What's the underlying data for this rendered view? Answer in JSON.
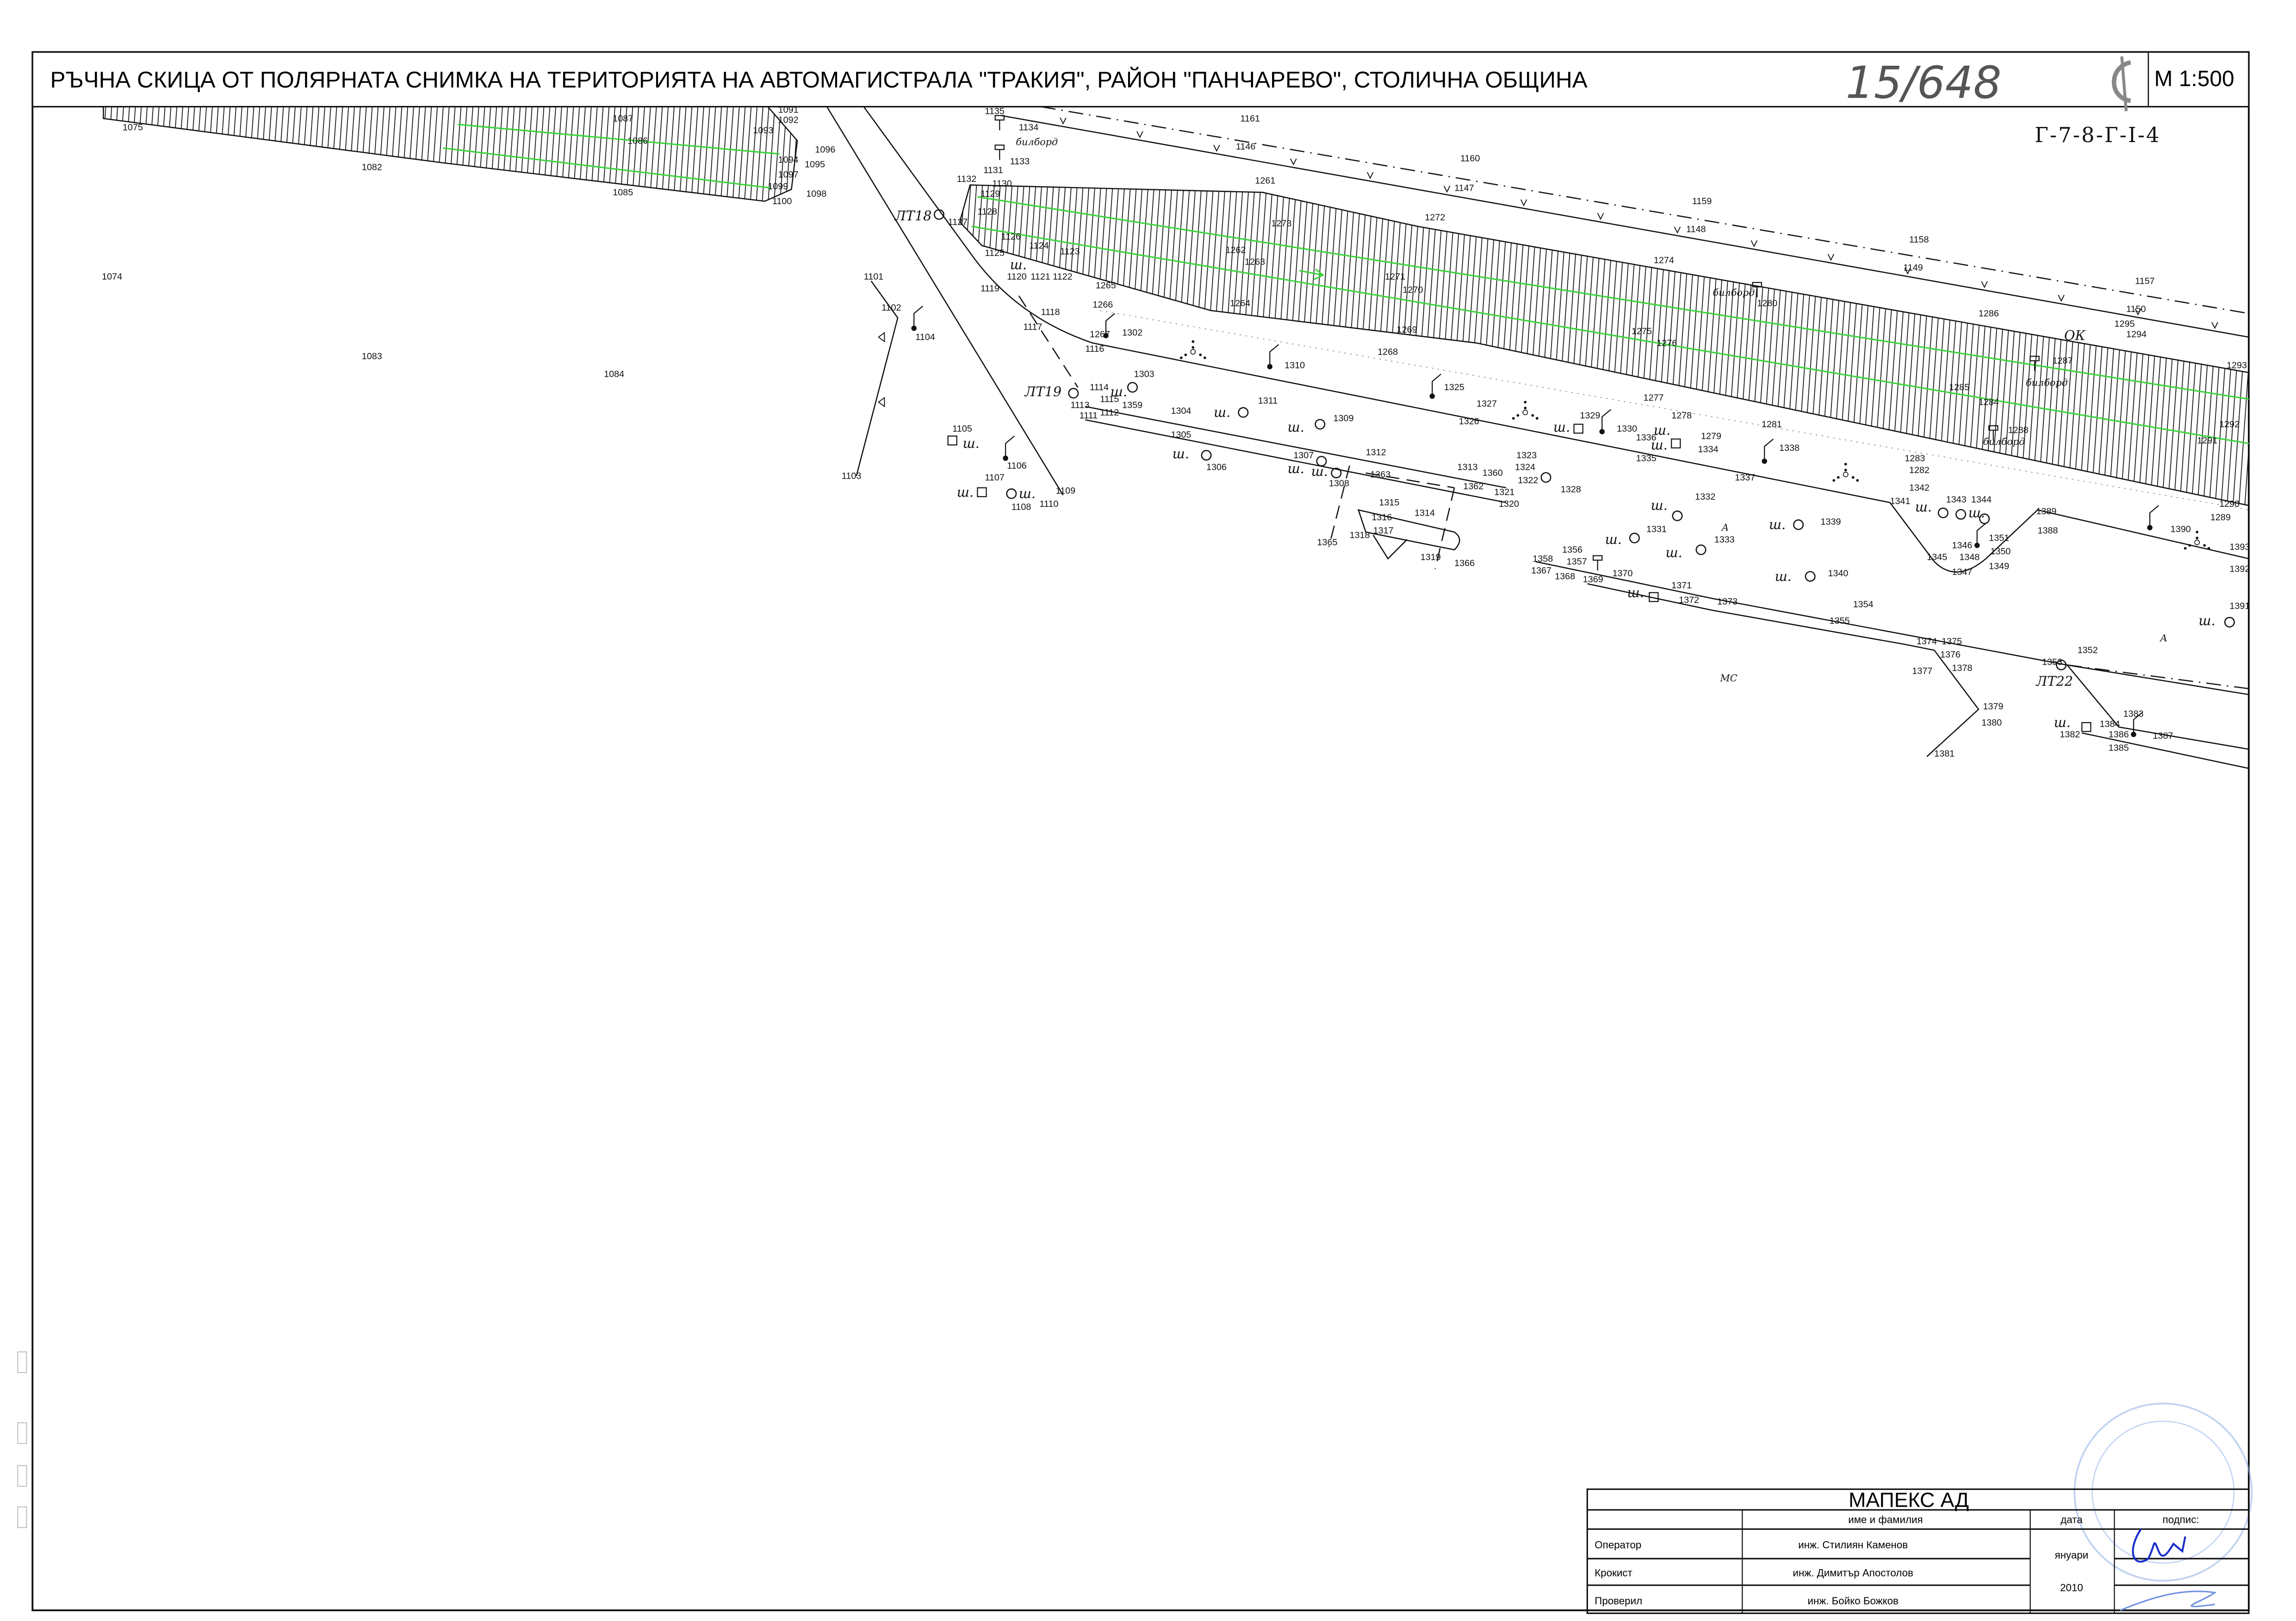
{
  "header": {
    "title": "РЪЧНА  СКИЦА ОТ ПОЛЯРНАТА СНИМКА НА ТЕРИТОРИЯТА НА АВТОМАГИСТРАЛА \"ТРАКИЯ\", РАЙОН \"ПАНЧАРЕВО\", СТОЛИЧНА ОБЩИНА",
    "handwritten_number": "15/648",
    "scale": "М 1:500",
    "sheet_code": "Г-7-8-Г-I-4"
  },
  "map": {
    "point_labels": [
      "1075",
      "1087",
      "1086",
      "1082",
      "1085",
      "1091",
      "1092",
      "1093",
      "1096",
      "1094",
      "1095",
      "1097",
      "1099",
      "1098",
      "1100",
      "1074",
      "1083",
      "1084",
      "1101",
      "1102",
      "1104",
      "1103",
      "1105",
      "1106",
      "1107",
      "1108",
      "1109",
      "1110",
      "1135",
      "1134",
      "1133",
      "1131",
      "1132",
      "1130",
      "1129",
      "1128",
      "1127",
      "1126",
      "1125",
      "1124",
      "1123",
      "1119",
      "1120",
      "1121",
      "1122",
      "1265",
      "1118",
      "1117",
      "1116",
      "1266",
      "1267",
      "1302",
      "1261",
      "1273",
      "1262",
      "1263",
      "1264",
      "1272",
      "1271",
      "1270",
      "1269",
      "1268",
      "1310",
      "1161",
      "1146",
      "1160",
      "1147",
      "1159",
      "1148",
      "1158",
      "1149",
      "1157",
      "1150",
      "1274",
      "1275",
      "1276",
      "1280",
      "1286",
      "1295",
      "1294",
      "1293",
      "1287",
      "1285",
      "1284",
      "1288",
      "1292",
      "1291",
      "1290",
      "1289",
      "1390",
      "1393",
      "1392",
      "1391",
      "1283",
      "1282",
      "1342",
      "1341",
      "1343",
      "1344",
      "1346",
      "1351",
      "1350",
      "1345",
      "1348",
      "1347",
      "1349",
      "1389",
      "1388",
      "1277",
      "1278",
      "1279",
      "1281",
      "1338",
      "1336",
      "1334",
      "1335",
      "1337",
      "1325",
      "1327",
      "1326",
      "1329",
      "1330",
      "1303",
      "1114",
      "1113",
      "1115",
      "1359",
      "1111",
      "1112",
      "1304",
      "1311",
      "1305",
      "1309",
      "1306",
      "1307",
      "1312",
      "1308",
      "1363",
      "1313",
      "1360",
      "1324",
      "1323",
      "1322",
      "1321",
      "1320",
      "1328",
      "1362",
      "1315",
      "1314",
      "1316",
      "1317",
      "1318",
      "1365",
      "1319",
      "1366",
      "1332",
      "1331",
      "1333",
      "1339",
      "1340",
      "1356",
      "1358",
      "1357",
      "1367",
      "1368",
      "1369",
      "1370",
      "1371",
      "1372",
      "1373",
      "1354",
      "1355",
      "1374",
      "1375",
      "1376",
      "1377",
      "1378",
      "1379",
      "1380",
      "1381",
      "1352",
      "1353",
      "1383",
      "1384",
      "1382",
      "1386",
      "1387",
      "1385"
    ],
    "feature_labels": [
      "ЛТ18",
      "ЛТ19",
      "ЛТ22",
      "ОК",
      "МС",
      "А",
      "А"
    ],
    "billboard_label": "билборд",
    "shaft_abbr": "ш."
  },
  "title_block": {
    "company": "МАПЕКС   АД",
    "col_name": "име и фамилия",
    "col_date": "дата",
    "col_signature": "подпис:",
    "rows": [
      {
        "role": "Оператор",
        "name": "инж. Стилиян Каменов"
      },
      {
        "role": "Крокист",
        "name": "инж. Димитър Апостолов"
      },
      {
        "role": "Проверил",
        "name": "инж. Бойко Божков"
      }
    ],
    "date_month": "януари",
    "date_year": "2010"
  },
  "colors": {
    "axis_line": "#3ad43a",
    "ink": "#111111",
    "stamp": "#8fb0e8",
    "signature": "#1a2fc8"
  }
}
